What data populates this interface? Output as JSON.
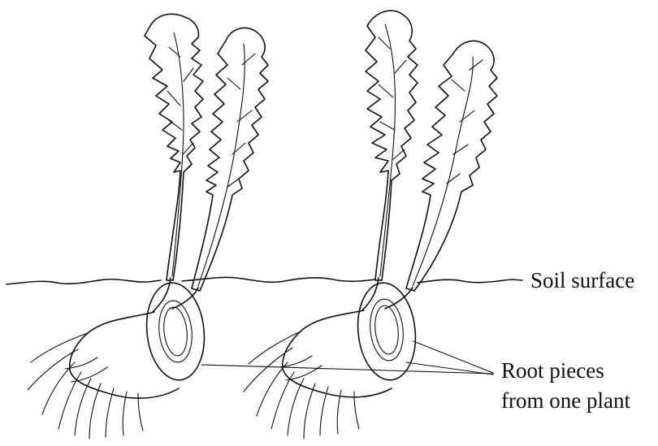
{
  "labels": {
    "soil_surface": "Soil surface",
    "root_pieces_line1": "Root pieces",
    "root_pieces_line2": "from one plant"
  },
  "colors": {
    "ink": "#111111",
    "background": "#ffffff"
  }
}
